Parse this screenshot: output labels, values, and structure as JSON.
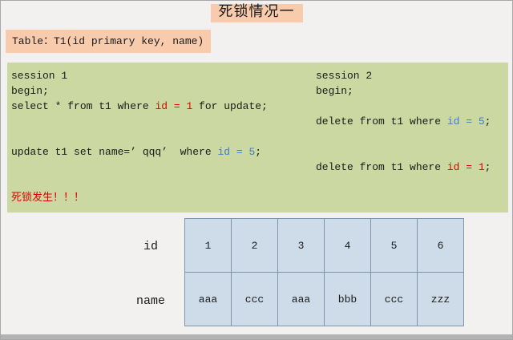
{
  "page": {
    "title": "死锁情况一",
    "table_label": "Table：T1(id primary key, name)"
  },
  "colors": {
    "red": "#e00000",
    "blue": "#3f7ec1",
    "highlight_peach": "#f8cbad",
    "code_box_green": "#cbd8a2",
    "cell_fill": "#cedbe8",
    "cell_border": "#8094a8"
  },
  "sessions": [
    {
      "name": "session 1",
      "lines": [
        [
          {
            "t": "session 1"
          }
        ],
        [
          {
            "t": "begin;"
          }
        ],
        [
          {
            "t": "select * from t1 where "
          },
          {
            "t": "id = 1",
            "c": "red"
          },
          {
            "t": " for update;"
          }
        ],
        [],
        [],
        [
          {
            "t": "update t1 set name=’ qqq’  where "
          },
          {
            "t": "id = 5",
            "c": "blue"
          },
          {
            "t": ";"
          }
        ],
        [],
        [],
        [
          {
            "t": "死锁发生！！！",
            "c": "red"
          }
        ]
      ]
    },
    {
      "name": "session 2",
      "lines": [
        [
          {
            "t": "session 2"
          }
        ],
        [
          {
            "t": "begin;"
          }
        ],
        [],
        [
          {
            "t": "delete from t1 where "
          },
          {
            "t": "id = 5",
            "c": "blue"
          },
          {
            "t": ";"
          }
        ],
        [],
        [],
        [
          {
            "t": "delete from t1 where "
          },
          {
            "t": "id = 1",
            "c": "red"
          },
          {
            "t": ";"
          }
        ]
      ]
    }
  ],
  "data_table": {
    "rows": [
      {
        "label": "id",
        "cells": [
          "1",
          "2",
          "3",
          "4",
          "5",
          "6"
        ]
      },
      {
        "label": "name",
        "cells": [
          "aaa",
          "ccc",
          "aaa",
          "bbb",
          "ccc",
          "zzz"
        ]
      }
    ]
  }
}
